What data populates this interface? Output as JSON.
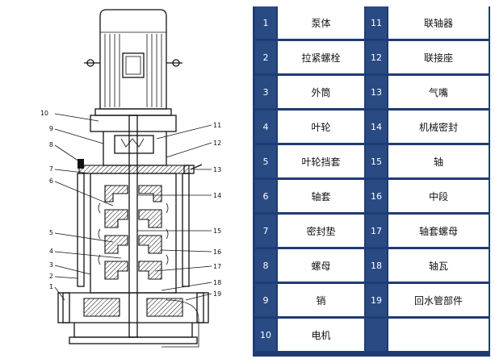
{
  "legend": {
    "rows": [
      {
        "n1": "1",
        "t1": "泵体",
        "n2": "11",
        "t2": "联轴器"
      },
      {
        "n1": "2",
        "t1": "拉紧螺栓",
        "n2": "12",
        "t2": "联接座"
      },
      {
        "n1": "3",
        "t1": "外筒",
        "n2": "13",
        "t2": "气嘴"
      },
      {
        "n1": "4",
        "t1": "叶轮",
        "n2": "14",
        "t2": "机械密封"
      },
      {
        "n1": "5",
        "t1": "叶轮挡套",
        "n2": "15",
        "t2": "轴"
      },
      {
        "n1": "6",
        "t1": "轴套",
        "n2": "16",
        "t2": "中段"
      },
      {
        "n1": "7",
        "t1": "密封垫",
        "n2": "17",
        "t2": "轴套螺母"
      },
      {
        "n1": "8",
        "t1": "螺母",
        "n2": "18",
        "t2": "轴瓦"
      },
      {
        "n1": "9",
        "t1": "销",
        "n2": "19",
        "t2": "回水管部件"
      },
      {
        "n1": "10",
        "t1": "电机",
        "n2": "",
        "t2": ""
      }
    ]
  },
  "diagram": {
    "left_labels": [
      "10",
      "9",
      "8",
      "7",
      "6",
      "5",
      "4",
      "3",
      "2",
      "1"
    ],
    "right_labels": [
      "11",
      "12",
      "13",
      "14",
      "15",
      "16",
      "17",
      "18",
      "19"
    ]
  }
}
